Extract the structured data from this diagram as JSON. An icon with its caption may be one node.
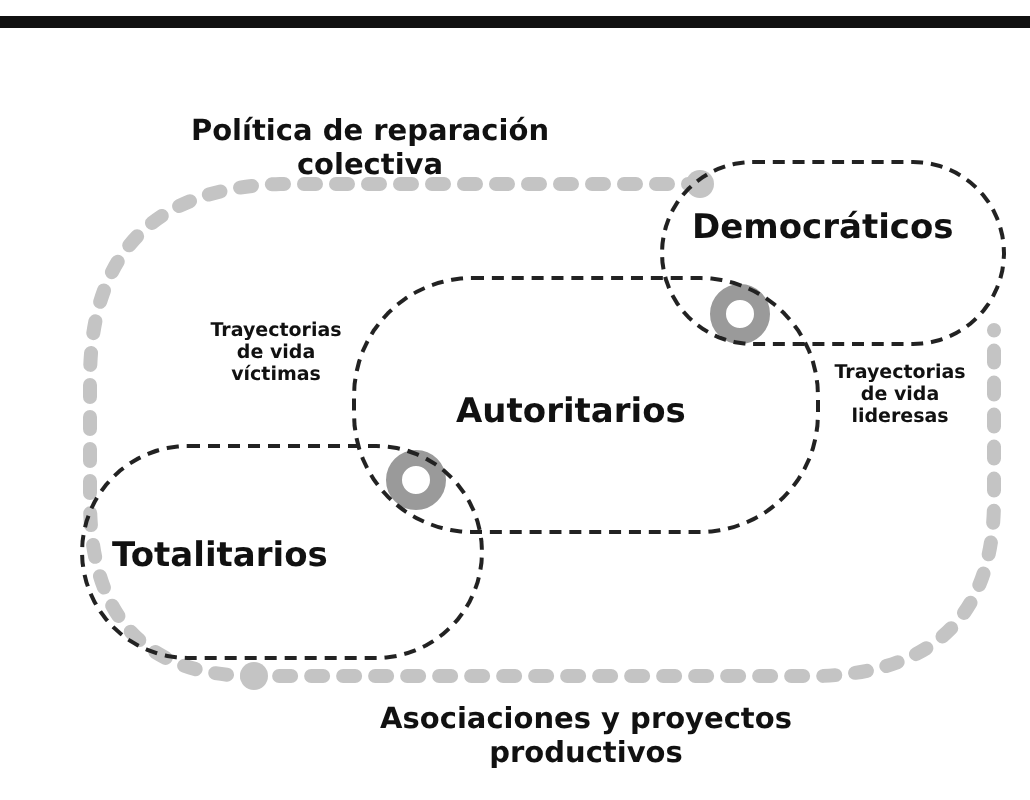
{
  "diagram": {
    "title": "Política de reparación colectiva",
    "caption": "Asociaciones y proyectos productivos",
    "nodes": [
      {
        "text": [
          "Democráticos"
        ]
      },
      {
        "text": [
          "Autoritarios"
        ]
      },
      {
        "text": [
          "Totalitarios"
        ]
      }
    ],
    "labels": [
      "Trayectorias de vida víctimas",
      "Trayectorias de vida lideresas"
    ]
  }
}
